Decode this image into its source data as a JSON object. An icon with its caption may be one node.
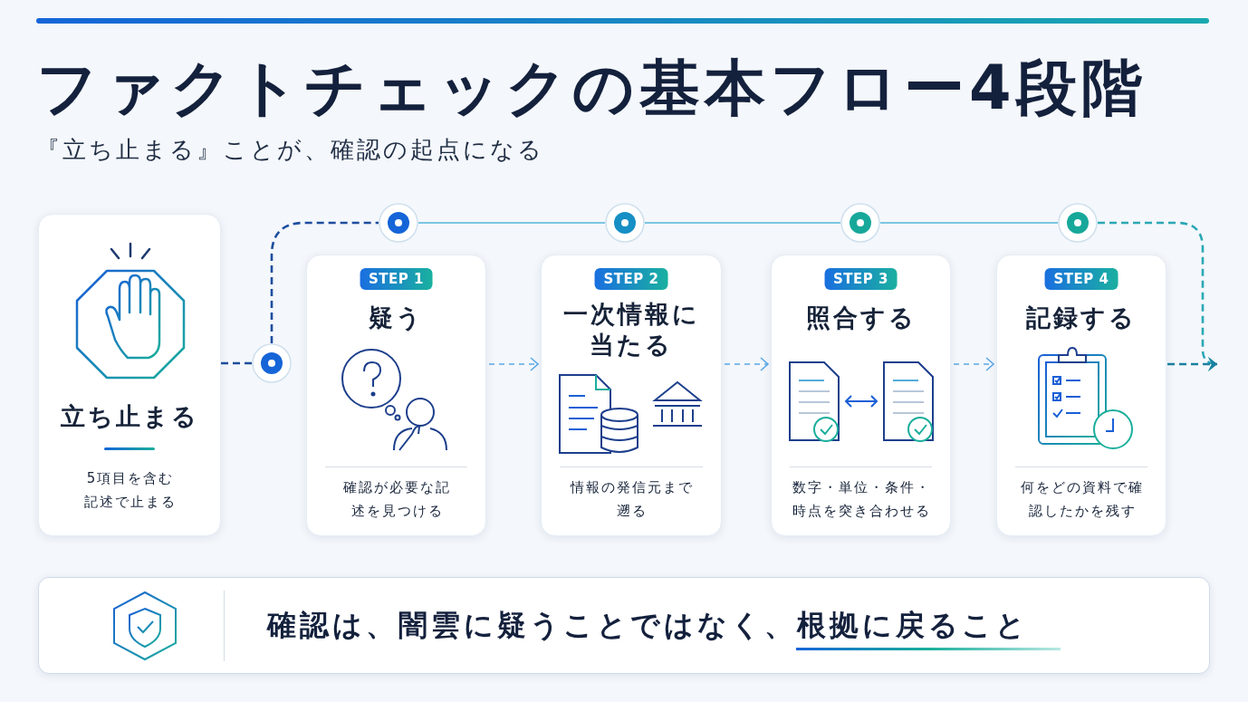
{
  "diagram": {
    "title": "ファクトチェックの基本フロー4段階",
    "nodes": [
      {
        "text": [
          "立ち止まる",
          "5項目を含む記述で止まる"
        ]
      },
      {
        "text": [
          "STEP 1",
          "疑う",
          "確認が必要な記述を見つける"
        ]
      },
      {
        "text": [
          "STEP 2",
          "一次情報に当たる",
          "情報の発信元まで遡る"
        ]
      },
      {
        "text": [
          "STEP 3",
          "照合する",
          "数字・単位・条件・時点を突き合わせる"
        ]
      },
      {
        "text": [
          "STEP 4",
          "記録する",
          "何をどの資料で確認したかを残す"
        ]
      },
      {
        "text": [],
        "shape": "circle"
      },
      {
        "text": [],
        "shape": "circle"
      },
      {
        "text": [],
        "shape": "circle"
      },
      {
        "text": [],
        "shape": "circle"
      },
      {
        "text": [],
        "shape": "circle"
      },
      {
        "text": [
          "確認は、闇雲に疑うことではなく、根拠に戻ること"
        ]
      }
    ],
    "edges": [
      {
        "from": 0,
        "to": 5,
        "arrow": "none",
        "style": "dashed",
        "color": "#1d4e9e"
      },
      {
        "from": 5,
        "to": 6,
        "arrow": "none",
        "style": "dashed",
        "color": "#1d4e9e"
      },
      {
        "from": 6,
        "to": 7,
        "arrow": "none"
      },
      {
        "from": 7,
        "to": 8,
        "arrow": "none"
      },
      {
        "from": 8,
        "to": 9,
        "arrow": "none"
      },
      {
        "from": 9,
        "to": null,
        "arrow": "to",
        "style": "dashed",
        "color": "#2aa8b5"
      },
      {
        "from": 1,
        "to": 2,
        "arrow": "to",
        "style": "dashed"
      },
      {
        "from": 2,
        "to": 3,
        "arrow": "to",
        "style": "dashed"
      },
      {
        "from": 3,
        "to": 4,
        "arrow": "to",
        "style": "dashed"
      },
      {
        "from": 4,
        "to": null,
        "arrow": "to",
        "style": "dashed",
        "color": "#1a7fa0"
      }
    ],
    "labels": [
      "『立ち止まる』ことが、確認の起点になる"
    ]
  }
}
